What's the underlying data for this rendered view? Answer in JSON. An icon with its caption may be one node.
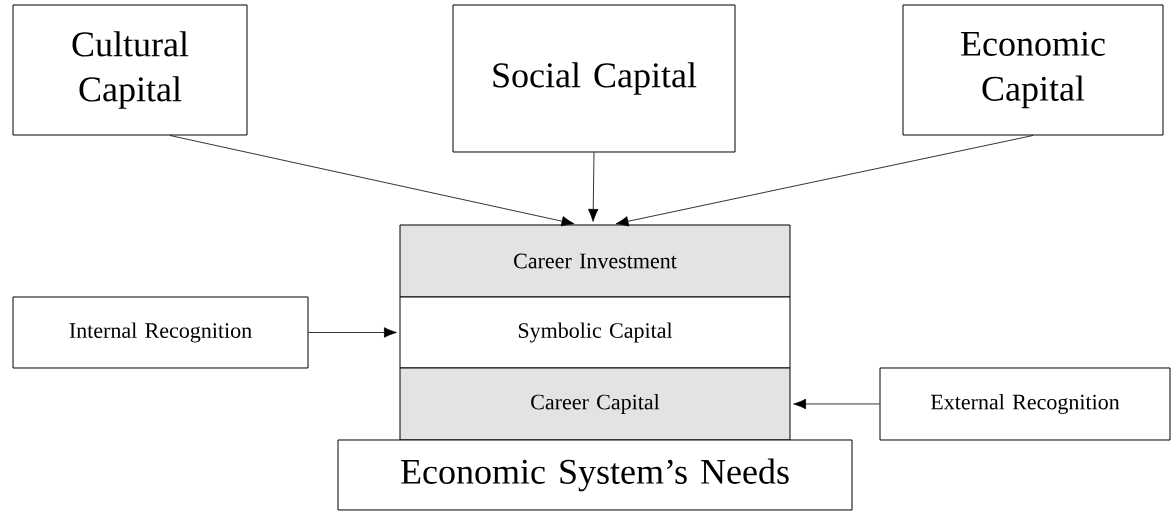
{
  "diagram": {
    "nodes": [
      {
        "text": [
          "Cultural Capital"
        ]
      },
      {
        "text": [
          "Social Capital"
        ]
      },
      {
        "text": [
          "Economic Capital"
        ]
      },
      {
        "text": [
          "Career Investment"
        ]
      },
      {
        "text": [
          "Internal Recognition"
        ]
      },
      {
        "text": [
          "Symbolic Capital"
        ]
      },
      {
        "text": [
          "Career Capital"
        ]
      },
      {
        "text": [
          "External Recognition"
        ]
      },
      {
        "text": [
          "Economic System’s Needs"
        ]
      }
    ],
    "edges": [
      {
        "from": 0,
        "to": 3,
        "arrow": "to"
      },
      {
        "from": 1,
        "to": 3,
        "arrow": "to"
      },
      {
        "from": 2,
        "to": 3,
        "arrow": "to"
      },
      {
        "from": 4,
        "to": 5,
        "arrow": "to"
      },
      {
        "from": 7,
        "to": 6,
        "arrow": "to"
      }
    ]
  }
}
